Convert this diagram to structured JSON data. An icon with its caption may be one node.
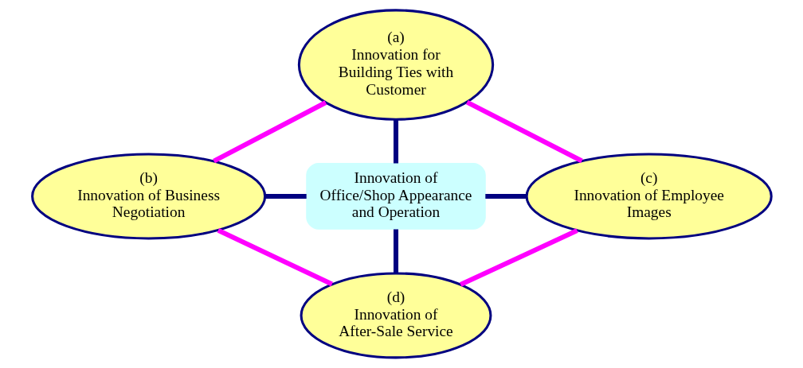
{
  "diagram": {
    "nodes": [
      {
        "text": [
          "(a)",
          "Innovation for Building Ties with Customer"
        ]
      },
      {
        "text": [
          "(b)",
          "Innovation of Business Negotiation"
        ]
      },
      {
        "text": [
          "Innovation of Office/Shop Appearance and Operation"
        ]
      },
      {
        "text": [
          "(c)",
          "Innovation of Employee Images"
        ]
      },
      {
        "text": [
          "(d)",
          "Innovation of After-Sale Service"
        ]
      }
    ],
    "edges": [
      {
        "from": 0,
        "to": 2,
        "arrow": "none",
        "color": "#000080"
      },
      {
        "from": 1,
        "to": 2,
        "arrow": "none",
        "color": "#000080"
      },
      {
        "from": 2,
        "to": 3,
        "arrow": "none",
        "color": "#000080"
      },
      {
        "from": 2,
        "to": 4,
        "arrow": "none",
        "color": "#000080"
      },
      {
        "from": 0,
        "to": 1,
        "arrow": "none",
        "color": "#ff00ff"
      },
      {
        "from": 0,
        "to": 3,
        "arrow": "none",
        "color": "#ff00ff"
      },
      {
        "from": 1,
        "to": 4,
        "arrow": "none",
        "color": "#ff00ff"
      },
      {
        "from": 3,
        "to": 4,
        "arrow": "none",
        "color": "#ff00ff"
      }
    ]
  }
}
